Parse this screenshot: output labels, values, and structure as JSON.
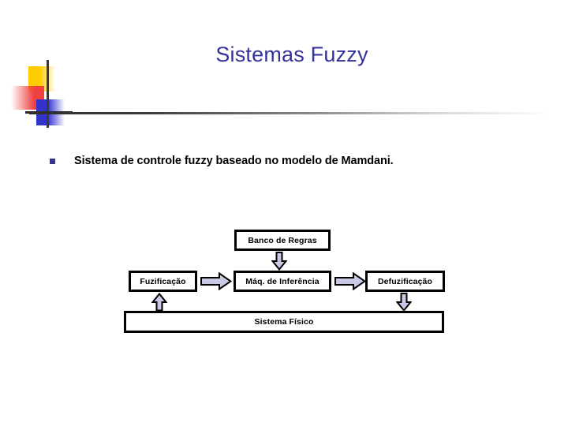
{
  "slide": {
    "title": "Sistemas Fuzzy",
    "title_color": "#333399",
    "background_color": "#ffffff"
  },
  "logo": {
    "name": "powerpoint-design-accent",
    "yellow": "#ffcc00",
    "red": "#f04040",
    "blue": "#3333cc",
    "line_color": "#2e2e2e"
  },
  "body": {
    "bullets": [
      {
        "marker": "square-bullet",
        "marker_color": "#333399",
        "text": "Sistema de controle fuzzy baseado no modelo de Mamdani."
      }
    ]
  },
  "diagram": {
    "type": "block-flow-diagram",
    "fill_color": "#ffffff",
    "border_color": "#000000",
    "arrow_fill": "#c9c9e6",
    "arrow_stroke": "#000000",
    "boxes": [
      {
        "id": "rules",
        "label": "Banco de Regras"
      },
      {
        "id": "fuzz",
        "label": "Fuzificação"
      },
      {
        "id": "inference",
        "label": "Máq. de Inferência"
      },
      {
        "id": "defuzz",
        "label": "Defuzificação"
      },
      {
        "id": "plant",
        "label": "Sistema Físico"
      }
    ],
    "arrows": [
      {
        "id": "rules-to-inference",
        "direction": "down"
      },
      {
        "id": "fuzz-to-inference",
        "direction": "right"
      },
      {
        "id": "inference-to-defuzz",
        "direction": "right"
      },
      {
        "id": "defuzz-to-plant",
        "direction": "down"
      },
      {
        "id": "plant-to-fuzz",
        "direction": "up"
      }
    ]
  }
}
